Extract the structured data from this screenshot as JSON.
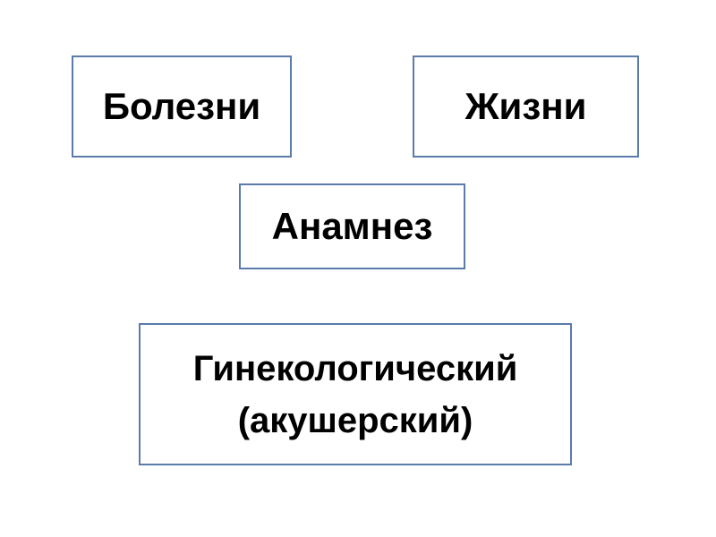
{
  "diagram": {
    "boxes": {
      "disease": {
        "label": "Болезни"
      },
      "life": {
        "label": "Жизни"
      },
      "anamnesis": {
        "label": "Анамнез"
      },
      "gynecological": {
        "line1": "Гинекологический",
        "line2": "(акушерский)"
      }
    },
    "border_color": "#5b7bab",
    "text_color": "#000000",
    "background": "#ffffff"
  }
}
